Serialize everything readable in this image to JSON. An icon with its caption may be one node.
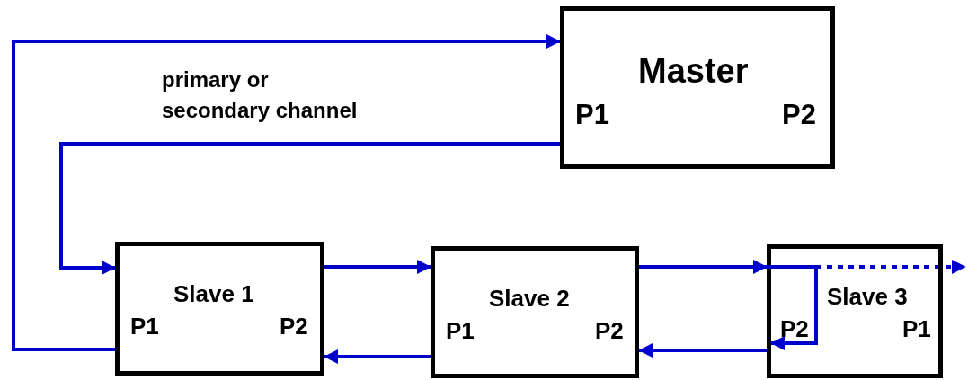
{
  "diagram": {
    "nodes": [
      {
        "text": [
          "Master",
          "P1",
          "P2"
        ]
      },
      {
        "text": [
          "Slave 1",
          "P1",
          "P2"
        ]
      },
      {
        "text": [
          "Slave 2",
          "P1",
          "P2"
        ]
      },
      {
        "text": [
          "Slave 3",
          "P2",
          "P1"
        ]
      }
    ],
    "edges": [
      {
        "from": 1,
        "to": 0,
        "arrow": "to"
      },
      {
        "from": 0,
        "to": 1,
        "arrow": "to"
      },
      {
        "from": 1,
        "to": 2,
        "arrow": "to"
      },
      {
        "from": 2,
        "to": 1,
        "arrow": "to"
      },
      {
        "from": 2,
        "to": 3,
        "arrow": "to"
      },
      {
        "from": 3,
        "to": 2,
        "arrow": "to"
      },
      {
        "from": 3,
        "to": null,
        "arrow": "to",
        "style": "dashed"
      }
    ],
    "labels": [
      "primary or secondary channel"
    ]
  }
}
